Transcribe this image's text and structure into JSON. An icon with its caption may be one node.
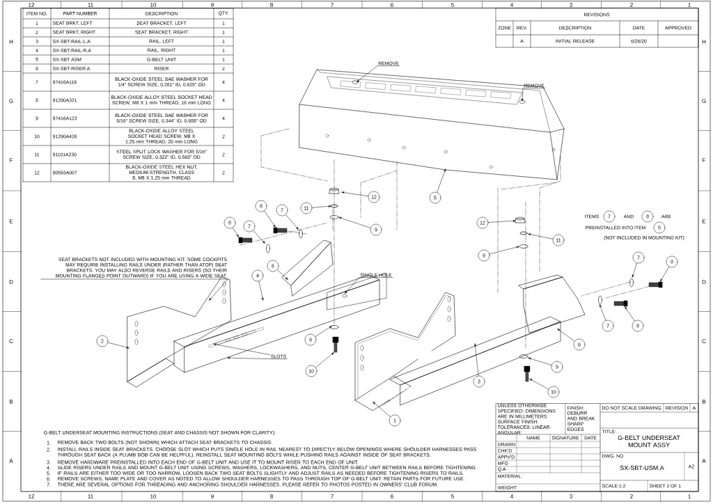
{
  "diagram": {
    "nodes": [
      {
        "text": [
          "REMOVE"
        ]
      },
      {
        "text": [
          "REMOVE"
        ]
      },
      {
        "text": [
          "5"
        ]
      },
      {
        "text": [
          "12"
        ]
      },
      {
        "text": [
          "11"
        ]
      },
      {
        "text": [
          "9"
        ]
      },
      {
        "text": [
          "8"
        ]
      },
      {
        "text": [
          "7"
        ]
      },
      {
        "text": [
          "8"
        ]
      },
      {
        "text": [
          "7"
        ]
      },
      {
        "text": [
          "6"
        ]
      },
      {
        "text": [
          "4"
        ]
      },
      {
        "text": [
          "SEAT BRACKETS NOT INCLUDED WITH MOUNTING KIT. SOME COCKPITS MAY REQUIRE INSTALLING RAILS UNDER (RATHER THAN ATOP) SEAT BRACKETS. YOU MAY ALSO REVERSE RAILS AND RISERS (SO THEIR MOUNTING FLANGES POINT OUTWARD) IF YOU ARE USING A WIDE SEAT."
        ]
      },
      {
        "text": [
          "SINGLE HOLE"
        ]
      },
      {
        "text": [
          "2"
        ]
      },
      {
        "text": [
          "9"
        ]
      },
      {
        "text": [
          "SLOTS"
        ]
      },
      {
        "text": [
          "10"
        ]
      },
      {
        "text": [
          "3"
        ]
      },
      {
        "text": [
          "1"
        ]
      },
      {
        "text": [
          "12"
        ]
      },
      {
        "text": [
          "11"
        ]
      },
      {
        "text": [
          "9"
        ]
      },
      {
        "text": [
          "6"
        ]
      },
      {
        "text": [
          "9"
        ]
      },
      {
        "text": [
          "10"
        ]
      },
      {
        "text": [
          "7"
        ]
      },
      {
        "text": [
          "8"
        ]
      },
      {
        "text": [
          "7"
        ]
      },
      {
        "text": [
          "8"
        ]
      },
      {
        "text": [
          "7"
        ]
      },
      {
        "text": [
          "8"
        ]
      },
      {
        "text": [
          "5"
        ]
      }
    ],
    "edges": [
      {
        "from": 0,
        "to": null,
        "arrow": "to"
      },
      {
        "from": 1,
        "to": null,
        "arrow": "to"
      },
      {
        "from": 2,
        "to": null,
        "arrow": "to"
      },
      {
        "from": 3,
        "to": null,
        "arrow": "to"
      },
      {
        "from": 4,
        "to": null,
        "arrow": "to"
      },
      {
        "from": 5,
        "to": null,
        "arrow": "to"
      },
      {
        "from": 6,
        "to": null,
        "arrow": "to"
      },
      {
        "from": 7,
        "to": null,
        "arrow": "to"
      },
      {
        "from": 8,
        "to": null,
        "arrow": "to"
      },
      {
        "from": 9,
        "to": null,
        "arrow": "to"
      },
      {
        "from": 10,
        "to": null,
        "arrow": "to"
      },
      {
        "from": 11,
        "to": null,
        "arrow": "to"
      },
      {
        "from": 12,
        "to": null,
        "arrow": "to"
      },
      {
        "from": 13,
        "to": null,
        "arrow": "to"
      },
      {
        "from": 14,
        "to": null,
        "arrow": "to"
      },
      {
        "from": 15,
        "to": null,
        "arrow": "to"
      },
      {
        "from": 16,
        "to": null,
        "arrow": "to"
      },
      {
        "from": 16,
        "to": null,
        "arrow": "to"
      },
      {
        "from": 17,
        "to": null,
        "arrow": "to"
      },
      {
        "from": 18,
        "to": null,
        "arrow": "to"
      },
      {
        "from": 19,
        "to": null,
        "arrow": "to"
      },
      {
        "from": 20,
        "to": null,
        "arrow": "to"
      },
      {
        "from": 21,
        "to": null,
        "arrow": "to"
      },
      {
        "from": 22,
        "to": null,
        "arrow": "to"
      },
      {
        "from": 23,
        "to": null,
        "arrow": "to"
      },
      {
        "from": 24,
        "to": null,
        "arrow": "to"
      },
      {
        "from": 25,
        "to": null,
        "arrow": "to"
      },
      {
        "from": 26,
        "to": null,
        "arrow": "to"
      },
      {
        "from": 27,
        "to": null,
        "arrow": "to"
      },
      {
        "from": 28,
        "to": null,
        "arrow": "to"
      },
      {
        "from": 29,
        "to": null,
        "arrow": "to"
      }
    ],
    "labels": [
      "ITEM NO.",
      "PART NUMBER",
      "DESCRIPTION",
      "QTY.",
      "1",
      "SEAT BRKT, LEFT",
      "SEAT BRACKET, LEFT",
      "1",
      "2",
      "SEAT BRKT, RIGHT",
      "SEAT BRACKET, RIGHT",
      "1",
      "3",
      "SX-SBT-RAIL-L.A",
      "RAIL, LEFT",
      "1",
      "4",
      "SX-SBT-RAIL-R.A",
      "RAIL, RIGHT",
      "1",
      "5",
      "SX-SBT ASM",
      "G-BELT UNIT",
      "1",
      "6",
      "SX-SBT-RISER.A",
      "RISER",
      "2",
      "7",
      "97416A119",
      "BLACK-OXIDE STEEL SAE WASHER FOR 1/4\" SCREW SIZE, 0.281\" ID, 0.625\" OD",
      "4",
      "8",
      "91290A321",
      "BLACK-OXIDE ALLOY STEEL SOCKET HEAD SCREW, M6 X 1 mm THREAD, 16 mm LONG",
      "4",
      "9",
      "97416A123",
      "BLACK-OXIDE STEEL SAE WASHER FOR 5/16\" SCREW SIZE, 0.344\" ID, 0.688\" OD",
      "4",
      "10",
      "91290A426",
      "BLACK-OXIDE ALLOY STEEL SOCKET HEAD SCREW, M8 X 1.25 mm THREAD, 20 mm LONG",
      "2",
      "11",
      "91101A230",
      "STEEL SPLIT LOCK WASHER FOR 5/16\" SCREW SIZE, 0.322\" ID, 0.583\" OD",
      "2",
      "12",
      "90593A007",
      "BLACK-OXIDE STEEL HEX NUT, MEDIUM-STRENGTH, CLASS 8, M8 X 1.25 mm THREAD",
      "2",
      "REVISIONS",
      "ZONE",
      "REV.",
      "DESCRIPTION",
      "DATE",
      "APPROVED",
      "A",
      "INITIAL RELEASE",
      "6/26/20",
      "ITEMS",
      "AND",
      "ARE",
      "PREINSTALLED INTO ITEM",
      "(NOT INCLUDED IN MOUNTING KIT)",
      "G-BELT UNDERSEAT MOUNTING INSTRUCTIONS (SEAT AND CHASSIS NOT SHOWN FOR CLARITY):",
      "1.",
      "REMOVE BACK TWO BOLTS (NOT SHOWN) WHICH ATTACH SEAT BRACKETS TO CHASSIS.",
      "2.",
      "INSTALL RAILS INSIDE SEAT BRACKETS. CHOOSE SLOT WHICH PUTS SINGLE HOLE IN RAIL NEAREST TO DIRECTLY BELOW OPENINGS WHERE SHOULDER HARNESSES PASS THROUGH SEAT BACK (A PLUMB BOB CAN BE HELPFUL). REINSTALL SEAT MOUNTING BOLTS WHILE PUSHING RAILS AGAINST INSIDE OF SEAT BRACKETS.",
      "3.",
      "REMOVE HARDWARE PREINSTALLED INTO EACH END OF G-BELT UNIT AND USE IT TO MOUNT RISER TO EACH END OF UNIT.",
      "4.",
      "SLIDE RISERS UNDER RAILS AND MOUNT G-BELT UNIT USING SCREWS, WASHERS, LOCKWASHERS, AND NUTS. CENTER G-BELT UNIT BETWEEN RAILS BEFORE TIGHTENING.",
      "5.",
      "IF RAILS ARE EITHER TOO WIDE OR TOO NARROW, LOOSEN BACK TWO SEAT BOLTS SLIGHTLY AND ADJUST RAILS AS NEEDED BEFORE TIGHTENING RISERS TO RAILS.",
      "6.",
      "REMOVE SCREWS, NAME PLATE AND COVER AS NOTED TO ALLOW SHOULDER HARNESSES TO PASS THROUGH TOP OF G-BELT UNIT. RETAIN PARTS FOR FUTURE USE.",
      "7.",
      "THERE ARE SEVERAL OPTIONS FOR THREADING AND ANCHORING SHOULDER HARNESSES. PLEASE REFER TO PHOTOS POSTED IN OWNERS' CLUB FORUM.",
      "UNLESS OTHERWISE SPECIFIED: DIMENSIONS ARE IN MILLIMETERS SURFACE FINISH: TOLERANCES: LINEAR: ANGULAR:",
      "FINISH:",
      "DEBURR AND BREAK SHARP EDGES",
      "DO NOT SCALE DRAWING",
      "REVISION",
      "A",
      "NAME",
      "SIGNATURE",
      "DATE",
      "DRAWN",
      "CHK'D",
      "APPV'D",
      "MFG",
      "Q.A",
      "MATERIAL:",
      "TITLE:",
      "G-BELT UNDERSEAT MOUNT ASSY",
      "WEIGHT:",
      "DWG. NO.",
      "SX-SBT-USM.A",
      "A2",
      "SCALE:1:2",
      "SHEET 1 OF 1",
      "12",
      "11",
      "10",
      "9",
      "8",
      "7",
      "6",
      "5",
      "4",
      "3",
      "2",
      "1",
      "H",
      "G",
      "F",
      "E",
      "D",
      "C",
      "B",
      "A",
      "H",
      "G",
      "F",
      "E",
      "D",
      "C",
      "B",
      "A",
      "12",
      "11",
      "10",
      "9",
      "8",
      "7",
      "6",
      "5",
      "4",
      "3",
      "2",
      "1"
    ]
  }
}
